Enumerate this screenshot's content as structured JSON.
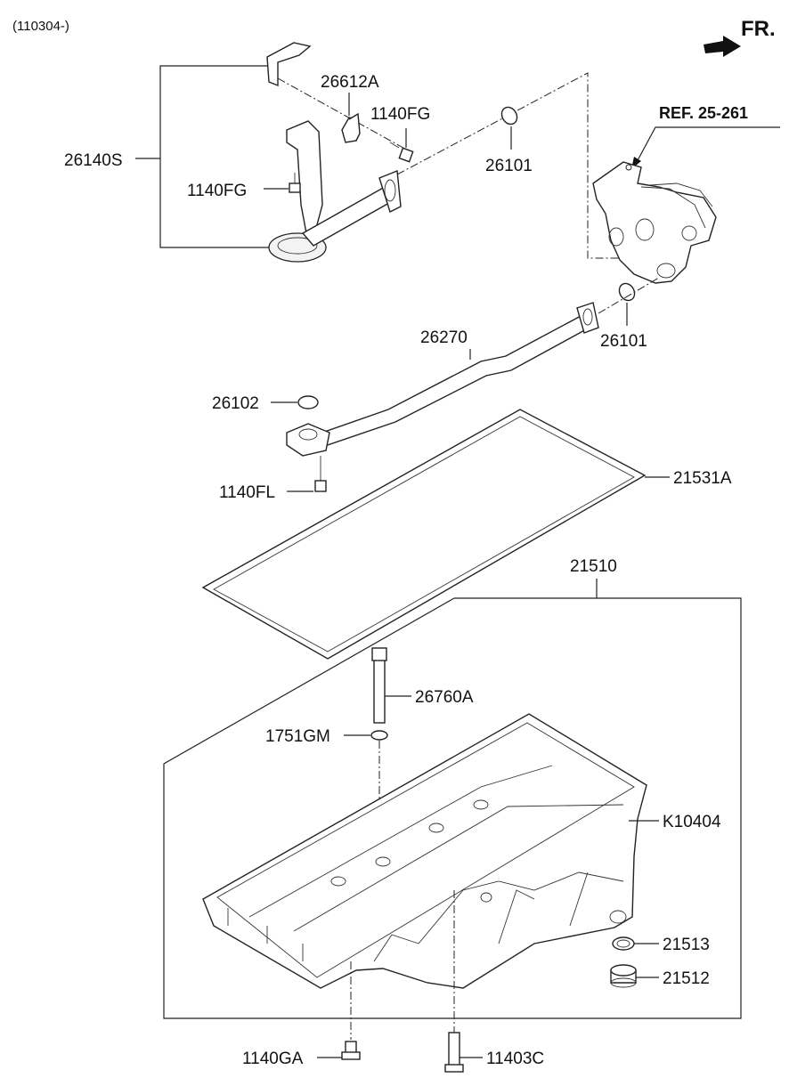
{
  "header": {
    "date_code": "(110304-)",
    "direction": "FR.",
    "reference": "REF. 25-261"
  },
  "parts": {
    "oil_level_gauge_assy": "26140S",
    "bracket": "26612A",
    "bolt_upper": "1140FG",
    "bolt_lower": "1140FG",
    "oring_upper": "26101",
    "oring_lower": "26101",
    "strainer_pipe": "26270",
    "gasket_small": "26102",
    "bolt_strainer": "1140FL",
    "pan_gasket": "21531A",
    "oil_pan_assy": "21510",
    "gauge_tube": "26760A",
    "oring_tube": "1751GM",
    "oil_pan_lower": "K10404",
    "drain_gasket": "21513",
    "drain_plug": "21512",
    "bolt_pan_left": "1140GA",
    "bolt_pan_right": "11403C"
  },
  "colors": {
    "line": "#222222",
    "background": "#ffffff"
  }
}
